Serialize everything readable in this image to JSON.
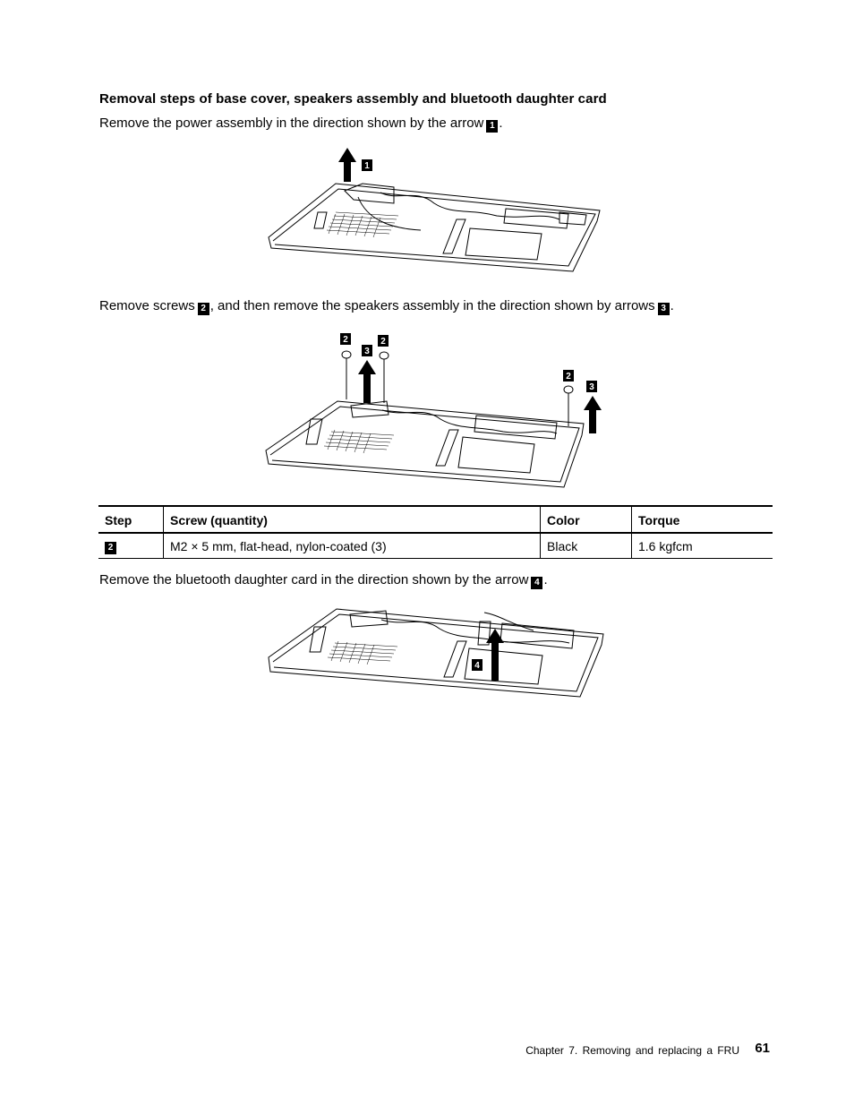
{
  "heading": "Removal steps of base cover, speakers assembly and bluetooth daughter card",
  "steps": {
    "power": {
      "text_before": "Remove the power assembly in the direction shown by the arrow",
      "badge": "1",
      "text_after": "."
    },
    "speakers": {
      "text_before": "Remove screws",
      "badge_a": "2",
      "text_mid": ", and then remove the speakers assembly in the direction shown by arrows",
      "badge_b": "3",
      "text_after": "."
    },
    "bluetooth": {
      "text_before": "Remove the bluetooth daughter card in the direction shown by the arrow",
      "badge": "4",
      "text_after": "."
    }
  },
  "figures": {
    "fig1_callouts": [
      "1"
    ],
    "fig2_callouts": [
      "2",
      "3",
      "2",
      "2",
      "3"
    ],
    "fig3_callouts": [
      "4"
    ]
  },
  "table": {
    "headers": [
      "Step",
      "Screw (quantity)",
      "Color",
      "Torque"
    ],
    "rows": [
      {
        "step": "2",
        "screw": "M2 × 5 mm, flat-head, nylon-coated (3)",
        "color": "Black",
        "torque": "1.6 kgfcm"
      }
    ]
  },
  "footer": {
    "chapter": "Chapter 7. Removing and replacing a FRU",
    "page": "61"
  }
}
